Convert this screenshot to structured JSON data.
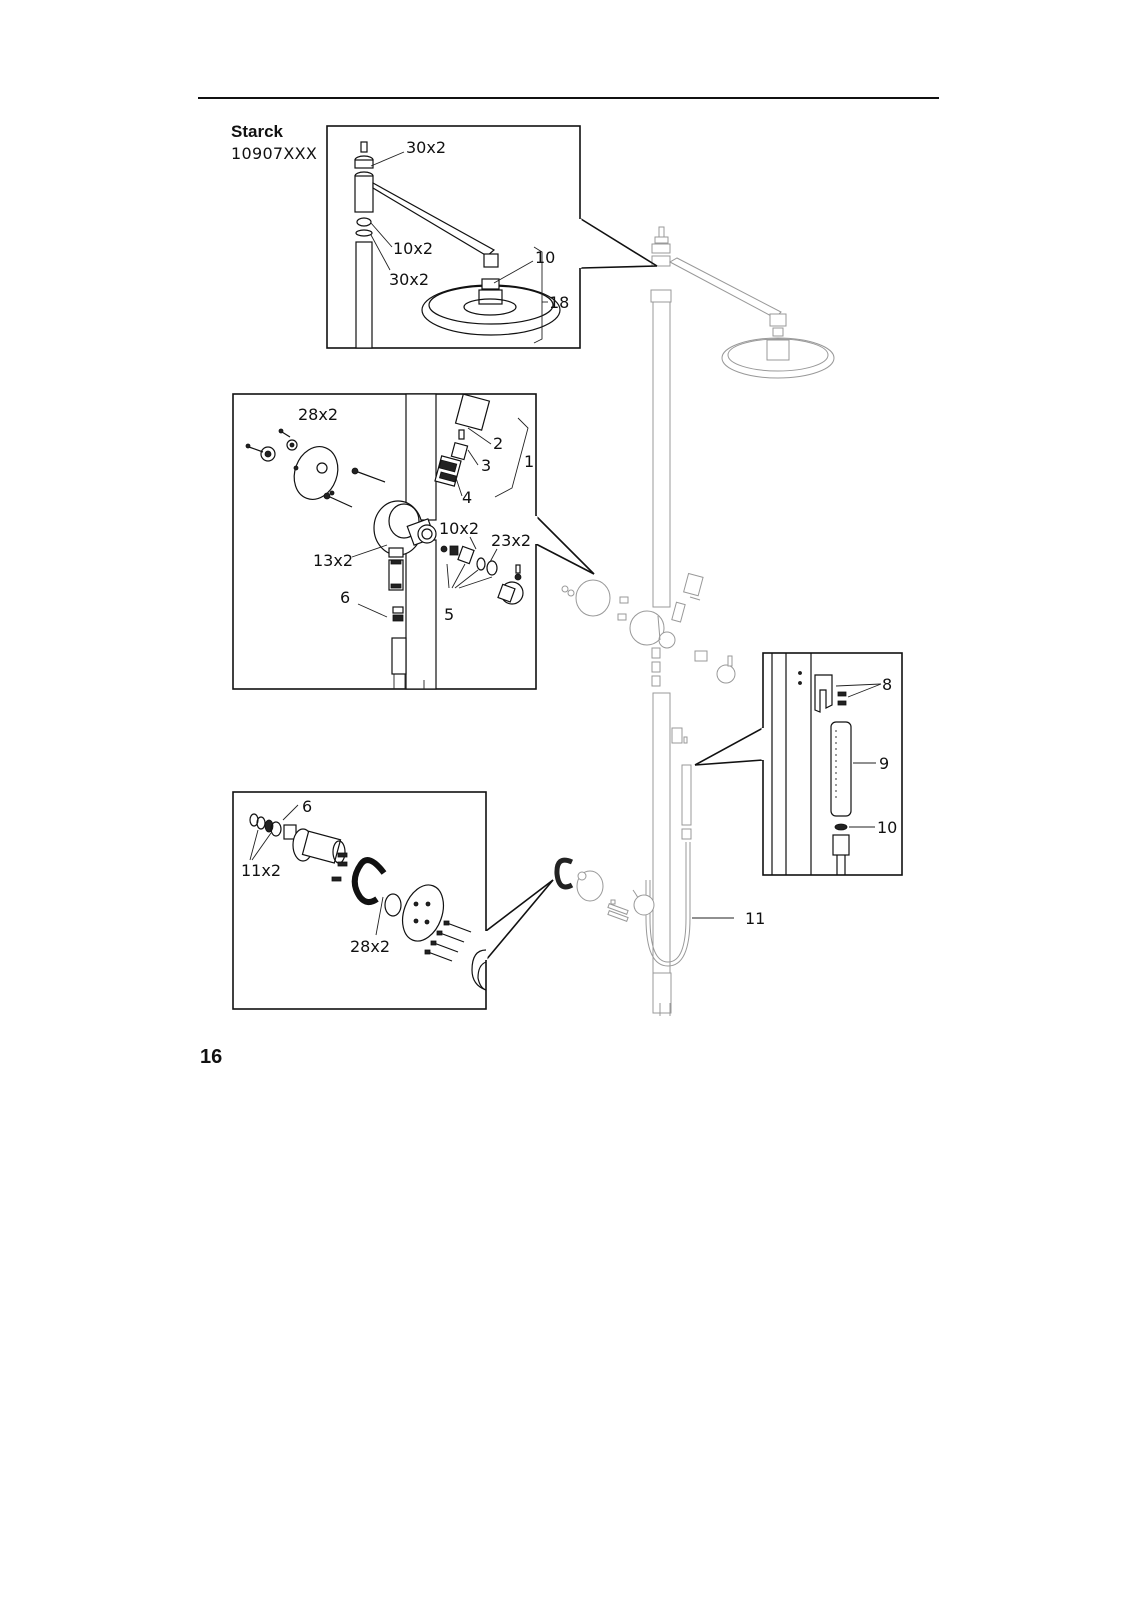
{
  "header": {
    "brand": "Starck",
    "model": "10907XXX"
  },
  "footer": {
    "page_number": "16"
  },
  "callouts": {
    "top_box": {
      "screw_30x2": "30x2",
      "ring_10x2": "10x2",
      "ring_30x2": "30x2",
      "part_10": "10",
      "part_18": "18"
    },
    "mixer_box": {
      "part_28x2": "28x2",
      "part_2": "2",
      "part_3": "3",
      "part_1": "1",
      "part_4": "4",
      "part_10x2": "10x2",
      "part_23x2": "23x2",
      "part_13x2": "13x2",
      "part_6": "6",
      "part_5": "5"
    },
    "holder_box": {
      "part_8": "8",
      "part_9": "9",
      "part_10": "10"
    },
    "wall_box": {
      "part_6": "6",
      "part_11x2": "11x2",
      "part_28x2": "28x2"
    },
    "main": {
      "hose_11": "11"
    }
  }
}
